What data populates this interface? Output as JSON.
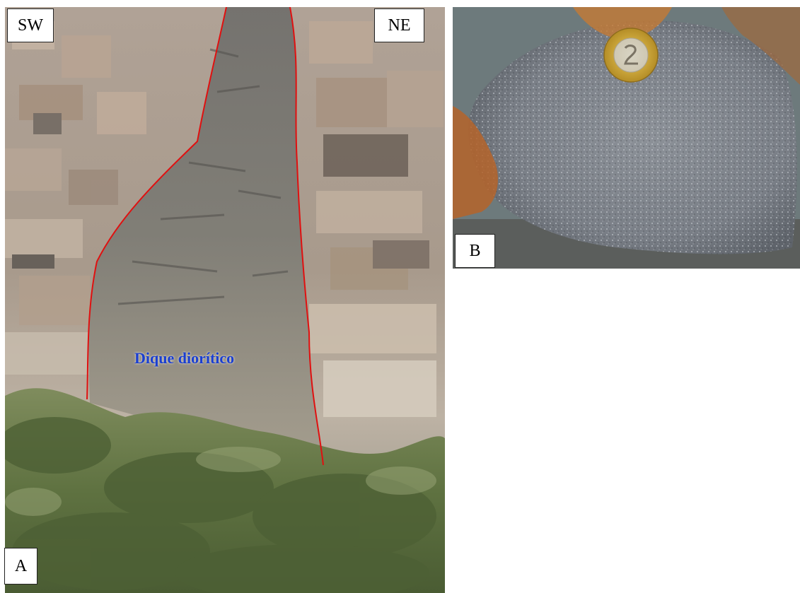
{
  "panel_a": {
    "orientation_left": "SW",
    "orientation_right": "NE",
    "panel_letter": "A",
    "dyke_caption": "Dique diorítico",
    "contact_line_color": "#e01010"
  },
  "panel_b": {
    "panel_letter": "B"
  }
}
